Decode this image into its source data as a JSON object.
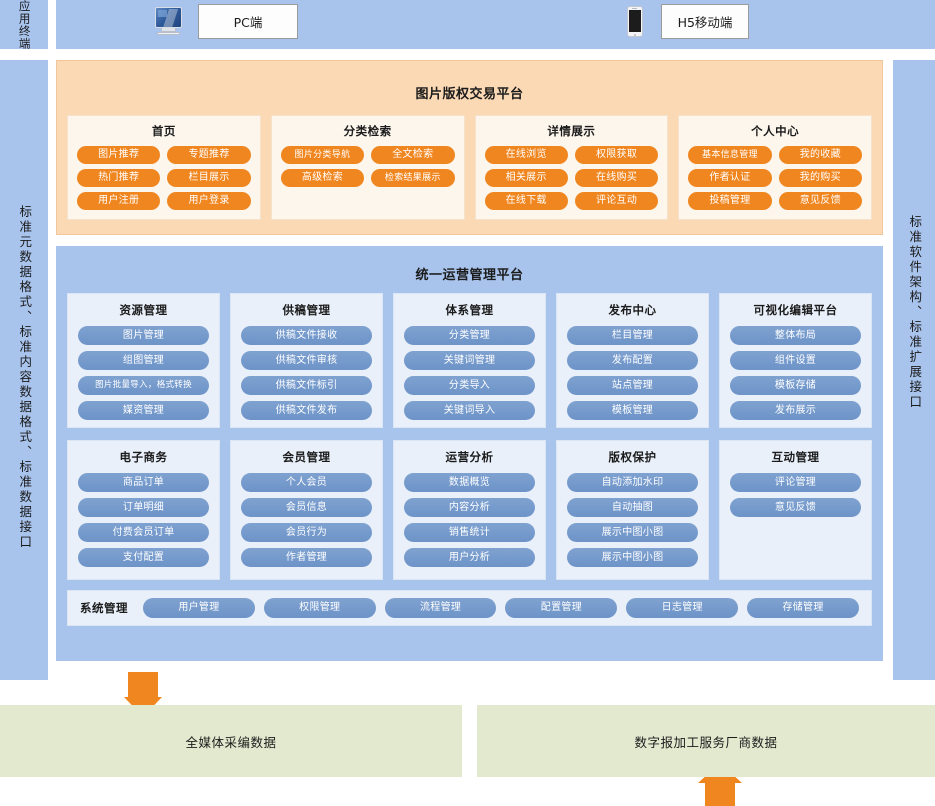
{
  "side_rails": {
    "left_top_label": "应用终端",
    "left_label": "标准元数据格式、标准内容数据格式、标准数据接口",
    "right_label": "标准软件架构、标准扩展接口"
  },
  "terminals": [
    {
      "icon": "monitor-icon",
      "label": "PC端"
    },
    {
      "icon": "phone-icon",
      "label": "H5移动端"
    }
  ],
  "trading_platform": {
    "title": "图片版权交易平台",
    "accent_color": "#f0861f",
    "groups": [
      {
        "title": "首页",
        "items": [
          "图片推荐",
          "专题推荐",
          "热门推荐",
          "栏目展示",
          "用户注册",
          "用户登录"
        ]
      },
      {
        "title": "分类检索",
        "items": [
          "图片分类导航",
          "全文检索",
          "高级检索",
          "检索结果展示"
        ]
      },
      {
        "title": "详情展示",
        "items": [
          "在线浏览",
          "权限获取",
          "相关展示",
          "在线购买",
          "在线下载",
          "评论互动"
        ]
      },
      {
        "title": "个人中心",
        "items": [
          "基本信息管理",
          "我的收藏",
          "作者认证",
          "我的购买",
          "投稿管理",
          "意见反馈"
        ]
      }
    ]
  },
  "ops_platform": {
    "title": "统一运营管理平台",
    "accent_color": "#6d93c8",
    "row1": [
      {
        "title": "资源管理",
        "items": [
          "图片管理",
          "组图管理",
          "图片批量导入，格式转换",
          "媒资管理"
        ]
      },
      {
        "title": "供稿管理",
        "items": [
          "供稿文件接收",
          "供稿文件审核",
          "供稿文件标引",
          "供稿文件发布"
        ]
      },
      {
        "title": "体系管理",
        "items": [
          "分类管理",
          "关键词管理",
          "分类导入",
          "关键词导入"
        ]
      },
      {
        "title": "发布中心",
        "items": [
          "栏目管理",
          "发布配置",
          "站点管理",
          "模板管理"
        ]
      },
      {
        "title": "可视化编辑平台",
        "items": [
          "整体布局",
          "组件设置",
          "模板存储",
          "发布展示"
        ]
      }
    ],
    "row2": [
      {
        "title": "电子商务",
        "items": [
          "商品订单",
          "订单明细",
          "付费会员订单",
          "支付配置"
        ]
      },
      {
        "title": "会员管理",
        "items": [
          "个人会员",
          "会员信息",
          "会员行为",
          "作者管理"
        ]
      },
      {
        "title": "运营分析",
        "items": [
          "数据概览",
          "内容分析",
          "销售统计",
          "用户分析"
        ]
      },
      {
        "title": "版权保护",
        "items": [
          "自动添加水印",
          "自动抽图",
          "展示中图小图",
          "展示中图小图"
        ]
      },
      {
        "title": "互动管理",
        "items": [
          "评论管理",
          "意见反馈"
        ]
      }
    ],
    "system_bar": {
      "title": "系统管理",
      "items": [
        "用户管理",
        "权限管理",
        "流程管理",
        "配置管理",
        "日志管理",
        "存储管理"
      ]
    }
  },
  "data_sources": [
    {
      "label": "全媒体采编数据"
    },
    {
      "label": "数字报加工服务厂商数据"
    }
  ]
}
